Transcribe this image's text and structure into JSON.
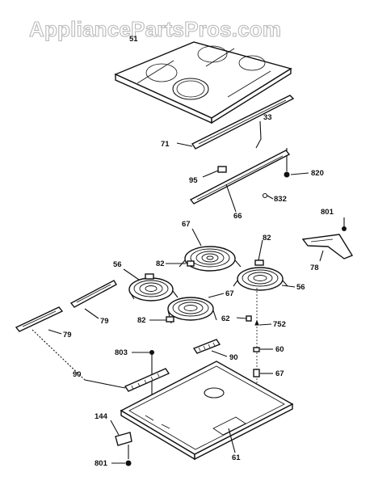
{
  "watermark": "AppliancePartsPros.com",
  "labels": {
    "l51": "51",
    "l33": "33",
    "l71": "71",
    "l820": "820",
    "l95": "95",
    "l832": "832",
    "l66": "66",
    "l801a": "801",
    "l67a": "67",
    "l82a": "82",
    "l82b": "82",
    "l78": "78",
    "l56a": "56",
    "l56b": "56",
    "l67b": "67",
    "l79a": "79",
    "l79b": "79",
    "l82c": "82",
    "l62": "62",
    "l752": "752",
    "l803": "803",
    "l90a": "90",
    "l60": "60",
    "l67c": "67",
    "l90b": "90",
    "l144": "144",
    "l61": "61",
    "l801b": "801"
  }
}
